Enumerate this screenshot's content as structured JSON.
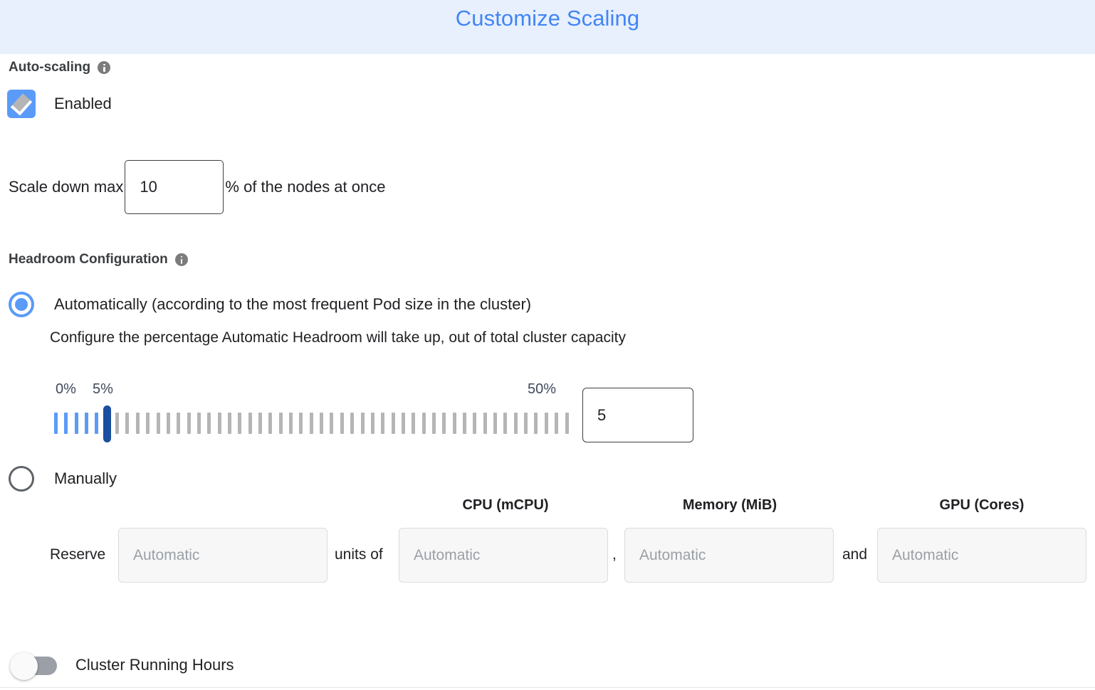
{
  "dialog": {
    "title": "Customize Scaling",
    "title_color": "#4285f4",
    "header_bg": "#e8f0fe"
  },
  "autoscaling": {
    "section_label": "Auto-scaling",
    "info_icon": "info-icon",
    "checkbox_label": "Enabled",
    "checkbox_checked": true,
    "accent_color": "#5b9bf8",
    "scale_down": {
      "prefix_label": "Scale down max",
      "value": "10",
      "suffix_label": "% of the nodes at once"
    }
  },
  "headroom": {
    "section_label": "Headroom Configuration",
    "info_icon": "info-icon",
    "options": [
      {
        "id": "automatic",
        "label": "Automatically (according to the most frequent Pod size in the cluster)",
        "selected": true
      },
      {
        "id": "manual",
        "label": "Manually",
        "selected": false
      }
    ],
    "helper_text": "Configure the percentage Automatic Headroom will take up, out of total cluster capacity",
    "slider": {
      "min_label": "0%",
      "max_label": "50%",
      "current_label": "5%",
      "min": 0,
      "max": 50,
      "value": 5,
      "tick_count": 51,
      "active_color": "#5b9bf8",
      "inactive_color": "#b5b5b5",
      "thumb_color": "#1a4fa0",
      "label_color": "#3f4a5c",
      "value_box": "5"
    },
    "manual_fields": {
      "reserve_label": "Reserve",
      "units_of_label": "units of",
      "comma_label": ",",
      "and_label": "and",
      "captions": {
        "cpu": "CPU (mCPU)",
        "memory": "Memory (MiB)",
        "gpu": "GPU (Cores)"
      },
      "placeholders": {
        "reserve": "Automatic",
        "cpu": "Automatic",
        "memory": "Automatic",
        "gpu": "Automatic"
      },
      "values": {
        "reserve": "",
        "cpu": "",
        "memory": "",
        "gpu": ""
      },
      "disabled": true
    }
  },
  "cluster_running_hours": {
    "label": "Cluster Running Hours",
    "enabled": false
  }
}
